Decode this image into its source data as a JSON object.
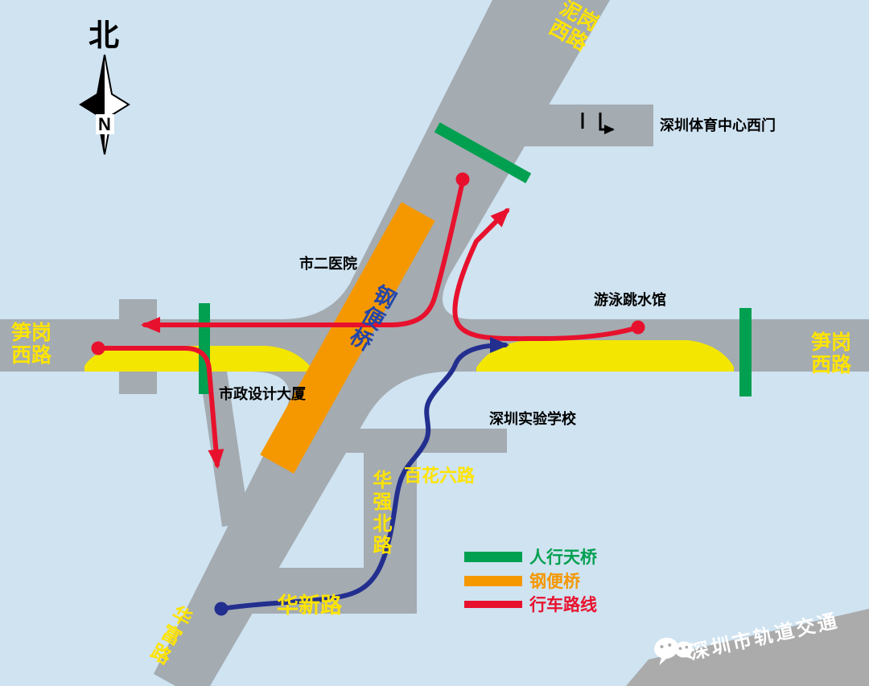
{
  "compass": {
    "north": "北",
    "n": "N"
  },
  "roads": {
    "nigang_line1": "泥岗",
    "nigang_line2": "西路",
    "sungang_left_line1": "笋岗",
    "sungang_left_line2": "西路",
    "sungang_right_line1": "笋岗",
    "sungang_right_line2": "西路",
    "huaqiang_north": "华强北路",
    "huaxin": "华新路",
    "huafu": "华富路",
    "baihua_six": "百花六路"
  },
  "bridge": {
    "label": "钢便桥"
  },
  "landmarks": {
    "hospital": "市二医院",
    "sports_center_gate": "深圳体育中心西门",
    "swimming_diving_hall": "游泳跳水馆",
    "municipal_design_building": "市政设计大厦",
    "experimental_school": "深圳实验学校"
  },
  "legend": {
    "items": [
      {
        "label": "人行天桥",
        "color": "#00a050"
      },
      {
        "label": "钢便桥",
        "color": "#f59800"
      },
      {
        "label": "行车路线",
        "color": "#e8112d"
      }
    ]
  },
  "footer": {
    "brand": "深圳市轨道交通"
  },
  "icons": {
    "footer_social": "wechat-chat-bubbles",
    "compass": "compass-rose-north",
    "gate_turn": "left-turn-arrow"
  },
  "colors": {
    "background": "#cfe3f1",
    "road": "#a4abb1",
    "closure_yellow": "#f3e600",
    "road_label_yellow": "#ffe400",
    "steel_bridge_orange": "#f59800",
    "pedestrian_bridge_green": "#00a050",
    "route_red": "#e8112d",
    "route_blue": "#232f8f",
    "bridge_text_blue": "#2446aa",
    "banner_gray": "#ababab"
  }
}
